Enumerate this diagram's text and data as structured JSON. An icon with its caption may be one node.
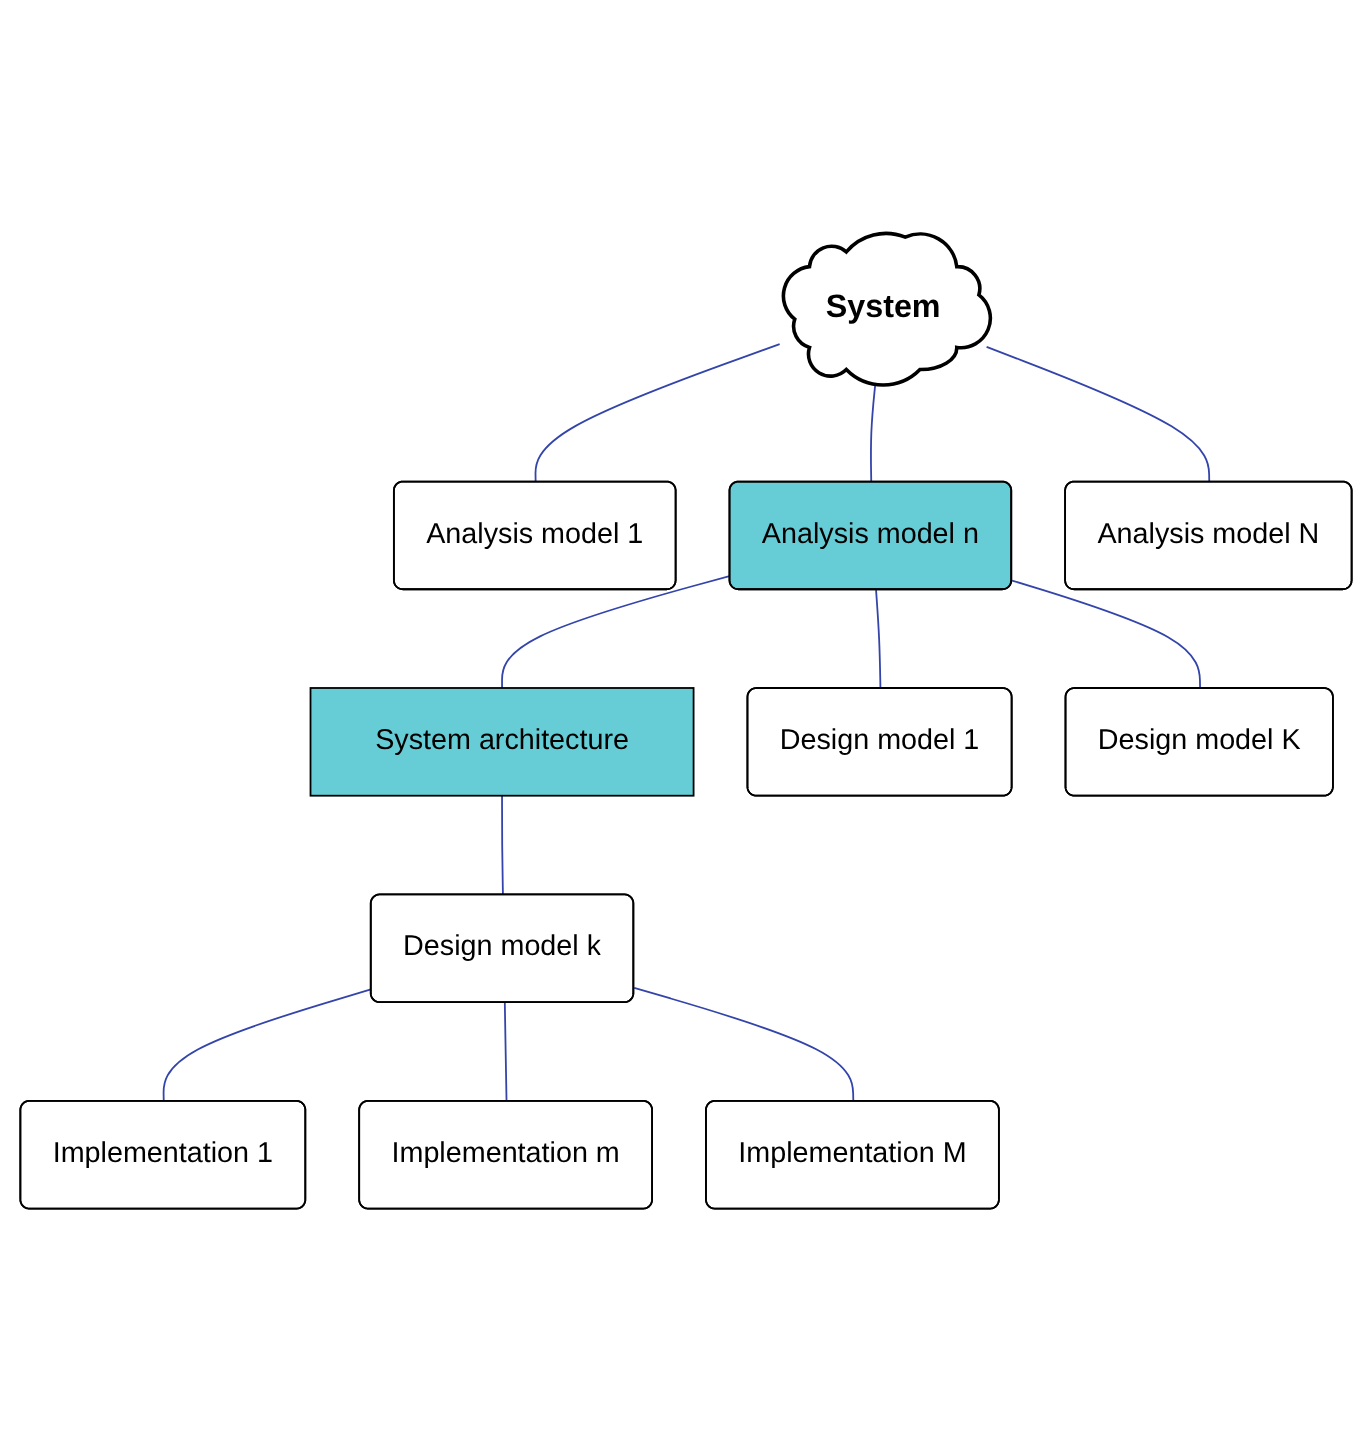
{
  "diagram": {
    "nodes": [
      {
        "text": [
          "System"
        ]
      },
      {
        "text": [
          "Analysis model 1"
        ]
      },
      {
        "text": [
          "Analysis model n"
        ]
      },
      {
        "text": [
          "Analysis model N"
        ]
      },
      {
        "text": [
          "System architecture"
        ]
      },
      {
        "text": [
          "Design model 1"
        ]
      },
      {
        "text": [
          "Design model k"
        ]
      },
      {
        "text": [
          "Design model K"
        ]
      },
      {
        "text": [
          "Implementation 1"
        ]
      },
      {
        "text": [
          "Implementation m"
        ]
      },
      {
        "text": [
          "Implementation M"
        ]
      }
    ],
    "edges": [
      {
        "from": 0,
        "to": 1,
        "arrow": "none"
      },
      {
        "from": 0,
        "to": 2,
        "arrow": "none"
      },
      {
        "from": 0,
        "to": 3,
        "arrow": "none"
      },
      {
        "from": 2,
        "to": 4,
        "arrow": "none"
      },
      {
        "from": 2,
        "to": 5,
        "arrow": "none"
      },
      {
        "from": 2,
        "to": 7,
        "arrow": "none"
      },
      {
        "from": 4,
        "to": 6,
        "arrow": "none"
      },
      {
        "from": 6,
        "to": 8,
        "arrow": "none"
      },
      {
        "from": 6,
        "to": 9,
        "arrow": "none"
      },
      {
        "from": 6,
        "to": 10,
        "arrow": "none"
      }
    ]
  }
}
